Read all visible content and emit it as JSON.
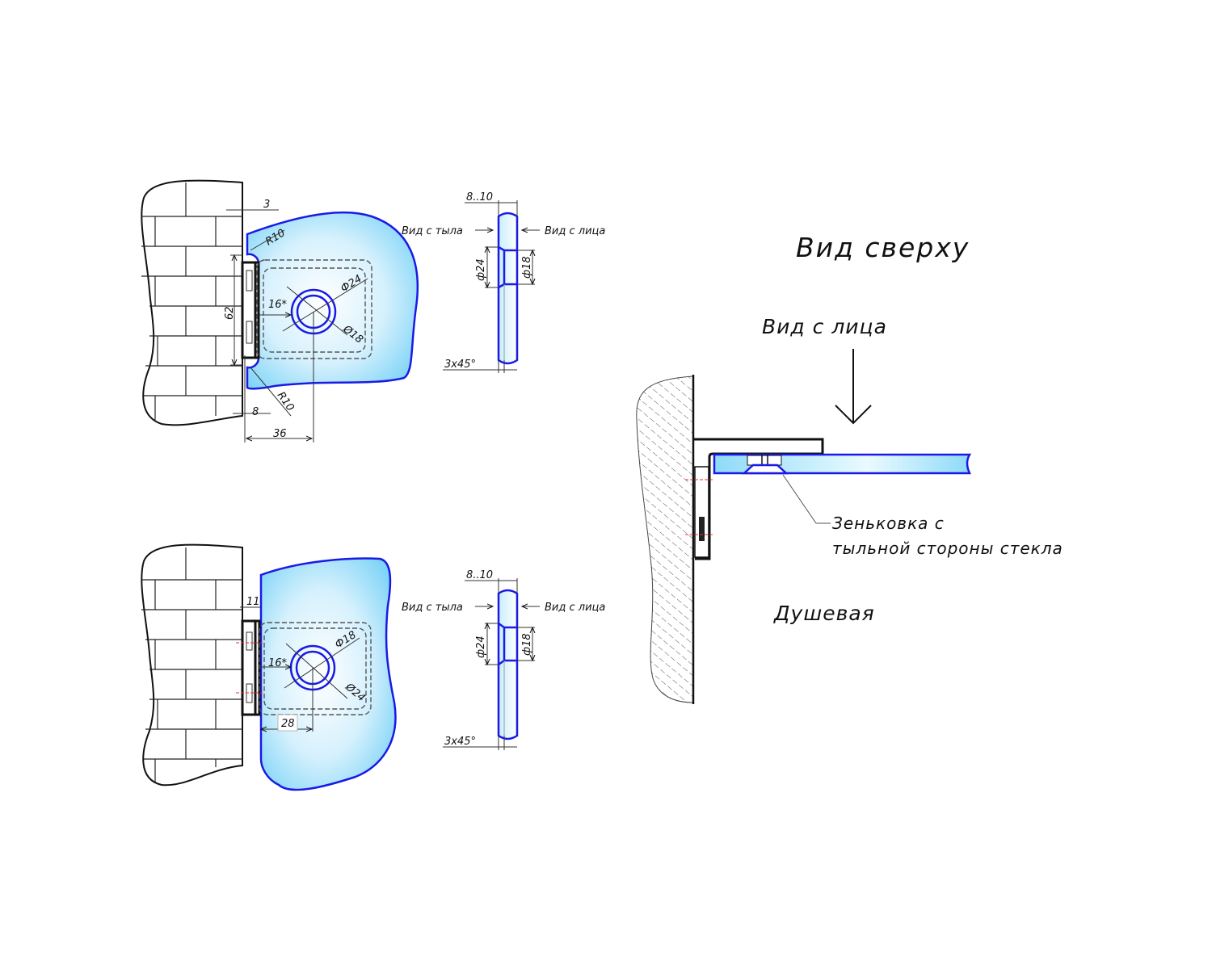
{
  "colors": {
    "glass_outline": "#1a1ae6",
    "glass_fill_edge": "#7fd4f7",
    "glass_fill_center": "#ffffff",
    "line": "#111111",
    "axis_marks": "#e83030"
  },
  "top_left_view": {
    "dim_gap": "3",
    "dim_radius_top": "R10",
    "dim_radius_bottom": "R10",
    "dim_height": "62",
    "dim_offset": "16*",
    "dim_outer_dia": "Ф24",
    "dim_inner_dia": "Ø18",
    "dim_plate": "8",
    "dim_center": "36"
  },
  "top_side_view": {
    "dim_thickness": "8..10",
    "label_back": "Вид с тыла",
    "label_front": "Вид с лица",
    "dim_outer_dia": "ф24",
    "dim_inner_dia": "ф18",
    "dim_chamfer": "3x45°"
  },
  "bottom_left_view": {
    "dim_gap": "11",
    "dim_offset": "16*",
    "dim_outer_dia": "Ф18",
    "dim_inner_dia": "Ø24",
    "dim_center": "28"
  },
  "bottom_side_view": {
    "dim_thickness": "8..10",
    "label_back": "Вид с тыла",
    "label_front": "Вид с лица",
    "dim_outer_dia": "ф24",
    "dim_inner_dia": "ф18",
    "dim_chamfer": "3x45°"
  },
  "top_view": {
    "title": "Вид сверху",
    "front_label": "Вид с лица",
    "callout_line1": "Зеньковка с",
    "callout_line2": "тыльной стороны стекла",
    "caption": "Душевая"
  }
}
